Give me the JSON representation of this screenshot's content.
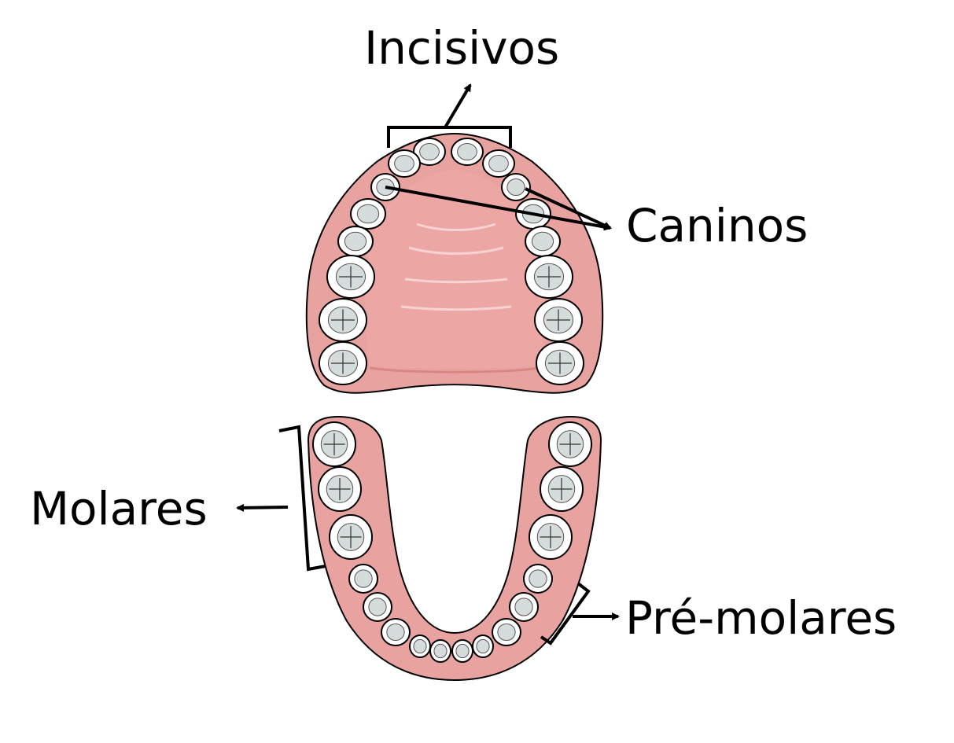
{
  "labels": {
    "incisivos": "Incisivos",
    "caninos": "Caninos",
    "molares": "Molares",
    "premolares": "Pré-molares"
  },
  "colors": {
    "gum": "#e8a3a1",
    "gum_dark": "#d98784",
    "palate": "#eba5a3",
    "tooth": "#ffffff",
    "tooth_shade": "#d6dbdc",
    "outline": "#000000",
    "pointer": "#000000"
  }
}
